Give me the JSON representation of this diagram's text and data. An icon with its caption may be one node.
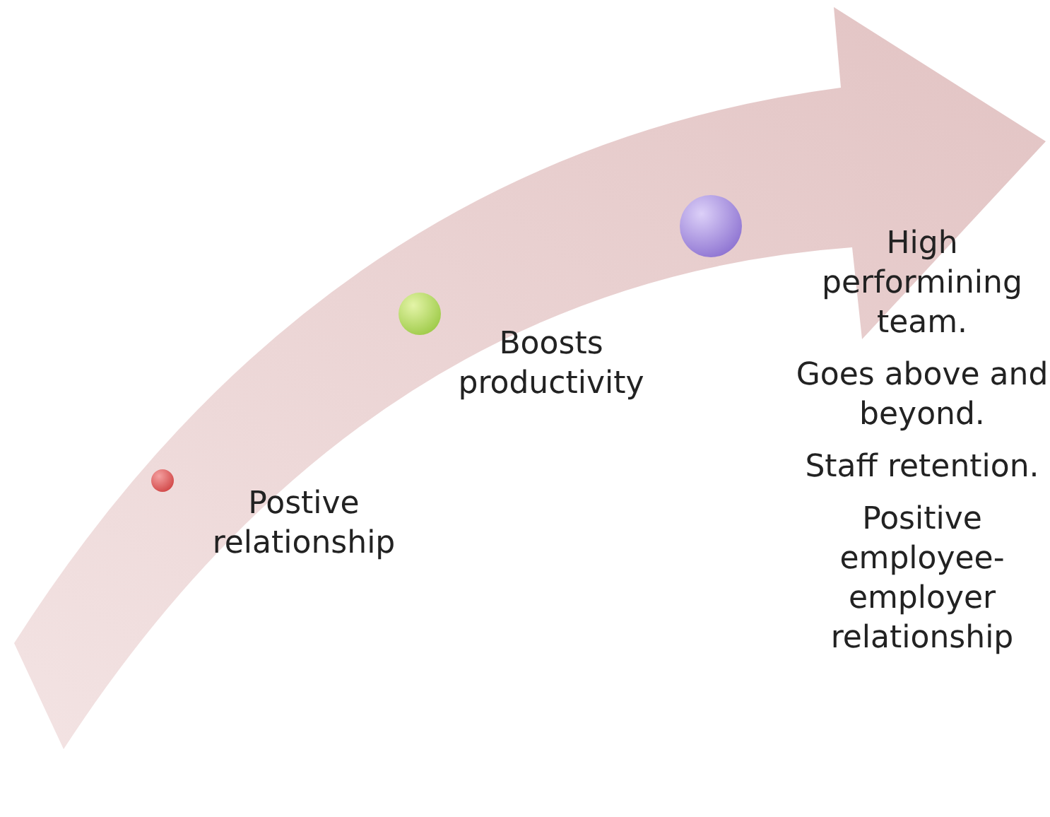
{
  "diagram": {
    "nodes": [
      {
        "text": [],
        "shape": "circle",
        "beside": [
          "Postive relationship"
        ]
      },
      {
        "text": [],
        "shape": "circle",
        "beside": [
          "Boosts productivity"
        ]
      },
      {
        "text": [],
        "shape": "circle",
        "beside": [
          "High performining team.",
          "Goes above and beyond.",
          "Staff retention.",
          "Positive employee-employer relationship"
        ]
      }
    ]
  }
}
